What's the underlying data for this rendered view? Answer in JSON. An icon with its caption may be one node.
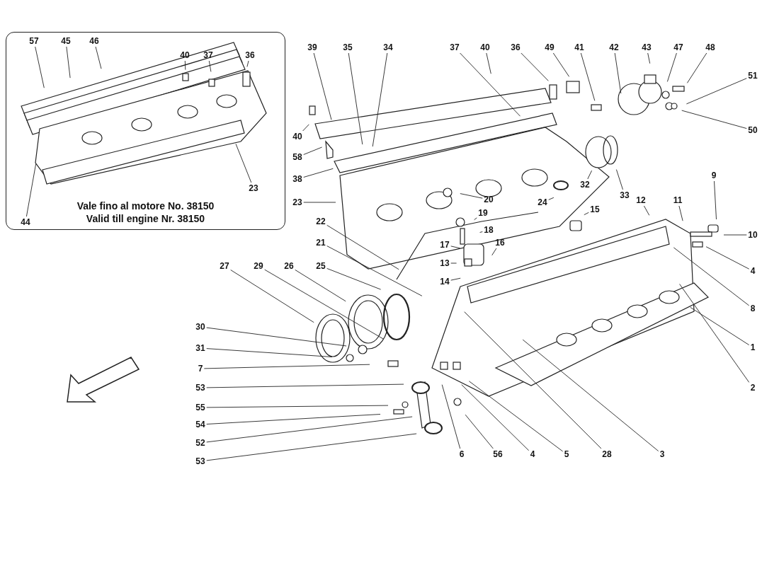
{
  "diagram": {
    "nodes": [
      {
        "text": [
          "Vale fino al motore No. 38150",
          "Valid till engine Nr. 38150"
        ]
      },
      {
        "text": [
          "57"
        ],
        "in": 0
      },
      {
        "text": [
          "45"
        ],
        "in": 0
      },
      {
        "text": [
          "46"
        ],
        "in": 0
      },
      {
        "text": [
          "40"
        ],
        "in": 0
      },
      {
        "text": [
          "37"
        ],
        "in": 0
      },
      {
        "text": [
          "36"
        ],
        "in": 0
      },
      {
        "text": [
          "23"
        ],
        "in": 0
      },
      {
        "text": [
          "44"
        ],
        "in": 0
      },
      {
        "text": [
          "39"
        ]
      },
      {
        "text": [
          "35"
        ]
      },
      {
        "text": [
          "34"
        ]
      },
      {
        "text": [
          "37"
        ]
      },
      {
        "text": [
          "40"
        ]
      },
      {
        "text": [
          "36"
        ]
      },
      {
        "text": [
          "49"
        ]
      },
      {
        "text": [
          "41"
        ]
      },
      {
        "text": [
          "42"
        ]
      },
      {
        "text": [
          "43"
        ]
      },
      {
        "text": [
          "47"
        ]
      },
      {
        "text": [
          "48"
        ]
      },
      {
        "text": [
          "51"
        ]
      },
      {
        "text": [
          "40"
        ]
      },
      {
        "text": [
          "58"
        ]
      },
      {
        "text": [
          "50"
        ]
      },
      {
        "text": [
          "38"
        ]
      },
      {
        "text": [
          "23"
        ]
      },
      {
        "text": [
          "32"
        ]
      },
      {
        "text": [
          "33"
        ]
      },
      {
        "text": [
          "24"
        ]
      },
      {
        "text": [
          "20"
        ]
      },
      {
        "text": [
          "9"
        ]
      },
      {
        "text": [
          "19"
        ]
      },
      {
        "text": [
          "12"
        ]
      },
      {
        "text": [
          "11"
        ]
      },
      {
        "text": [
          "15"
        ]
      },
      {
        "text": [
          "18"
        ]
      },
      {
        "text": [
          "22"
        ]
      },
      {
        "text": [
          "10"
        ]
      },
      {
        "text": [
          "17"
        ]
      },
      {
        "text": [
          "16"
        ]
      },
      {
        "text": [
          "21"
        ]
      },
      {
        "text": [
          "13"
        ]
      },
      {
        "text": [
          "4"
        ]
      },
      {
        "text": [
          "14"
        ]
      },
      {
        "text": [
          "8"
        ]
      },
      {
        "text": [
          "27"
        ]
      },
      {
        "text": [
          "29"
        ]
      },
      {
        "text": [
          "26"
        ]
      },
      {
        "text": [
          "25"
        ]
      },
      {
        "text": [
          "1"
        ]
      },
      {
        "text": [
          "30"
        ]
      },
      {
        "text": [
          "31"
        ]
      },
      {
        "text": [
          "7"
        ]
      },
      {
        "text": [
          "53"
        ]
      },
      {
        "text": [
          "2"
        ]
      },
      {
        "text": [
          "55"
        ]
      },
      {
        "text": [
          "54"
        ]
      },
      {
        "text": [
          "52"
        ]
      },
      {
        "text": [
          "53"
        ]
      },
      {
        "text": [
          "6"
        ]
      },
      {
        "text": [
          "56"
        ]
      },
      {
        "text": [
          "4"
        ]
      },
      {
        "text": [
          "5"
        ]
      },
      {
        "text": [
          "28"
        ]
      },
      {
        "text": [
          "3"
        ]
      }
    ],
    "edges": [
      {
        "from": 1,
        "to": null,
        "arrow": "none"
      },
      {
        "from": 2,
        "to": null,
        "arrow": "none"
      },
      {
        "from": 3,
        "to": null,
        "arrow": "none"
      },
      {
        "from": 4,
        "to": null,
        "arrow": "none"
      },
      {
        "from": 5,
        "to": null,
        "arrow": "none"
      },
      {
        "from": 6,
        "to": null,
        "arrow": "none"
      },
      {
        "from": 7,
        "to": null,
        "arrow": "none"
      },
      {
        "from": 8,
        "to": null,
        "arrow": "none"
      },
      {
        "from": 9,
        "to": null,
        "arrow": "none"
      },
      {
        "from": 10,
        "to": null,
        "arrow": "none"
      },
      {
        "from": 11,
        "to": null,
        "arrow": "none"
      },
      {
        "from": 12,
        "to": null,
        "arrow": "none"
      },
      {
        "from": 13,
        "to": null,
        "arrow": "none"
      },
      {
        "from": 14,
        "to": null,
        "arrow": "none"
      },
      {
        "from": 15,
        "to": null,
        "arrow": "none"
      },
      {
        "from": 16,
        "to": null,
        "arrow": "none"
      },
      {
        "from": 17,
        "to": null,
        "arrow": "none"
      },
      {
        "from": 18,
        "to": null,
        "arrow": "none"
      },
      {
        "from": 19,
        "to": null,
        "arrow": "none"
      },
      {
        "from": 20,
        "to": null,
        "arrow": "none"
      },
      {
        "from": 21,
        "to": null,
        "arrow": "none"
      },
      {
        "from": 22,
        "to": null,
        "arrow": "none"
      },
      {
        "from": 23,
        "to": null,
        "arrow": "none"
      },
      {
        "from": 24,
        "to": null,
        "arrow": "none"
      },
      {
        "from": 25,
        "to": null,
        "arrow": "none"
      },
      {
        "from": 26,
        "to": null,
        "arrow": "none"
      },
      {
        "from": 27,
        "to": null,
        "arrow": "none"
      },
      {
        "from": 28,
        "to": null,
        "arrow": "none"
      },
      {
        "from": 29,
        "to": null,
        "arrow": "none"
      },
      {
        "from": 30,
        "to": null,
        "arrow": "none"
      },
      {
        "from": 31,
        "to": null,
        "arrow": "none"
      },
      {
        "from": 32,
        "to": null,
        "arrow": "none"
      },
      {
        "from": 33,
        "to": null,
        "arrow": "none"
      },
      {
        "from": 34,
        "to": null,
        "arrow": "none"
      },
      {
        "from": 35,
        "to": null,
        "arrow": "none"
      },
      {
        "from": 36,
        "to": null,
        "arrow": "none"
      },
      {
        "from": 37,
        "to": null,
        "arrow": "none"
      },
      {
        "from": 38,
        "to": null,
        "arrow": "none"
      },
      {
        "from": 39,
        "to": null,
        "arrow": "none"
      },
      {
        "from": 40,
        "to": null,
        "arrow": "none"
      },
      {
        "from": 41,
        "to": null,
        "arrow": "none"
      },
      {
        "from": 42,
        "to": null,
        "arrow": "none"
      },
      {
        "from": 43,
        "to": null,
        "arrow": "none"
      },
      {
        "from": 44,
        "to": null,
        "arrow": "none"
      },
      {
        "from": 45,
        "to": null,
        "arrow": "none"
      },
      {
        "from": 46,
        "to": null,
        "arrow": "none"
      },
      {
        "from": 47,
        "to": null,
        "arrow": "none"
      },
      {
        "from": 48,
        "to": null,
        "arrow": "none"
      },
      {
        "from": 49,
        "to": null,
        "arrow": "none"
      },
      {
        "from": 50,
        "to": null,
        "arrow": "none"
      },
      {
        "from": 51,
        "to": null,
        "arrow": "none"
      },
      {
        "from": 52,
        "to": null,
        "arrow": "none"
      },
      {
        "from": 53,
        "to": null,
        "arrow": "none"
      },
      {
        "from": 54,
        "to": null,
        "arrow": "none"
      },
      {
        "from": 55,
        "to": null,
        "arrow": "none"
      },
      {
        "from": 56,
        "to": null,
        "arrow": "none"
      },
      {
        "from": 57,
        "to": null,
        "arrow": "none"
      },
      {
        "from": 58,
        "to": null,
        "arrow": "none"
      },
      {
        "from": 59,
        "to": null,
        "arrow": "none"
      },
      {
        "from": 60,
        "to": null,
        "arrow": "none"
      },
      {
        "from": 61,
        "to": null,
        "arrow": "none"
      },
      {
        "from": 62,
        "to": null,
        "arrow": "none"
      },
      {
        "from": 63,
        "to": null,
        "arrow": "none"
      },
      {
        "from": 64,
        "to": null,
        "arrow": "none"
      },
      {
        "from": 65,
        "to": null,
        "arrow": "none"
      }
    ]
  }
}
